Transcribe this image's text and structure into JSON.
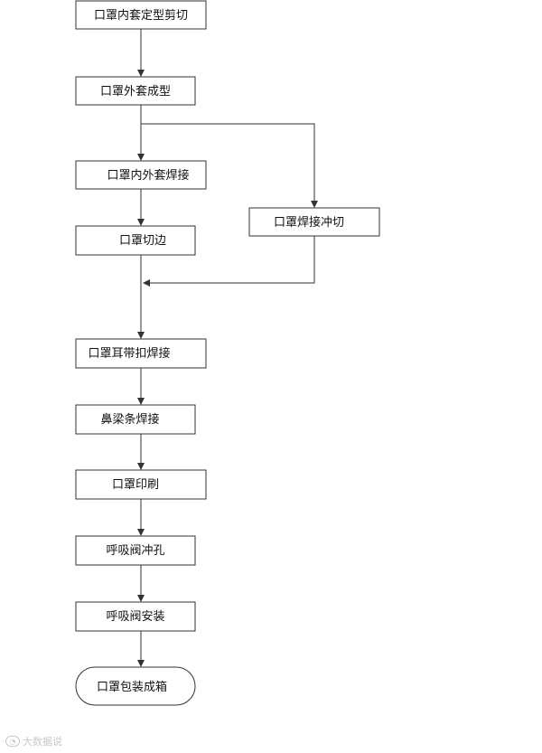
{
  "diagram": {
    "nodes": [
      {
        "id": "n1",
        "label": "口罩内套定型剪切"
      },
      {
        "id": "n2",
        "label": "口罩外套成型"
      },
      {
        "id": "n3",
        "label": "口罩内外套焊接"
      },
      {
        "id": "n4",
        "label": "口罩焊接冲切"
      },
      {
        "id": "n5",
        "label": "口罩切边"
      },
      {
        "id": "n6",
        "label": "口罩耳带扣焊接"
      },
      {
        "id": "n7",
        "label": "鼻梁条焊接"
      },
      {
        "id": "n8",
        "label": "口罩印刷"
      },
      {
        "id": "n9",
        "label": "呼吸阀冲孔"
      },
      {
        "id": "n10",
        "label": "呼吸阀安装"
      },
      {
        "id": "n11",
        "label": "口罩包装成箱"
      }
    ]
  },
  "watermark": {
    "text": "大数据说"
  }
}
